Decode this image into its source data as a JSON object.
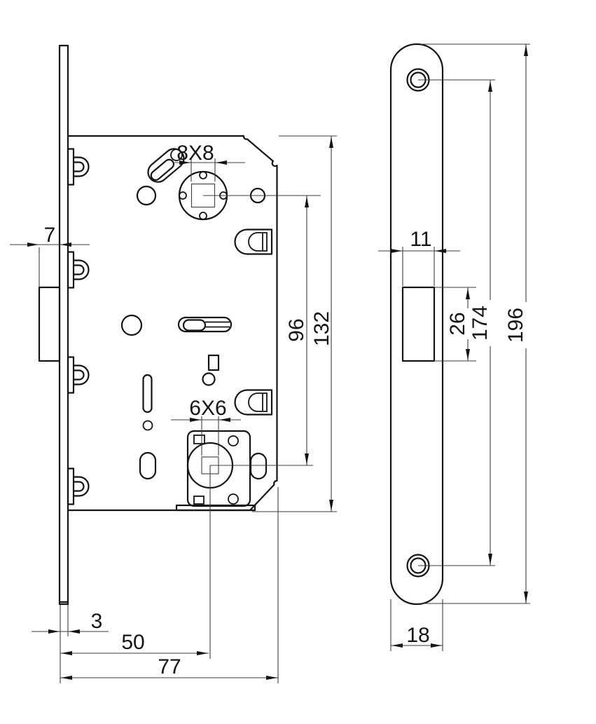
{
  "side_view": {
    "label_block_protrusion": "7",
    "label_plate_thickness": "3",
    "label_backset": "50",
    "label_body_depth": "77",
    "label_spindle_hole": "8X8",
    "label_bottom_hole": "6X6",
    "label_hole_spacing": "96",
    "label_body_height": "132"
  },
  "front_view": {
    "label_window_width": "11",
    "label_window_height": "26",
    "label_screw_spacing": "174",
    "label_plate_length": "196",
    "label_plate_width": "18"
  }
}
